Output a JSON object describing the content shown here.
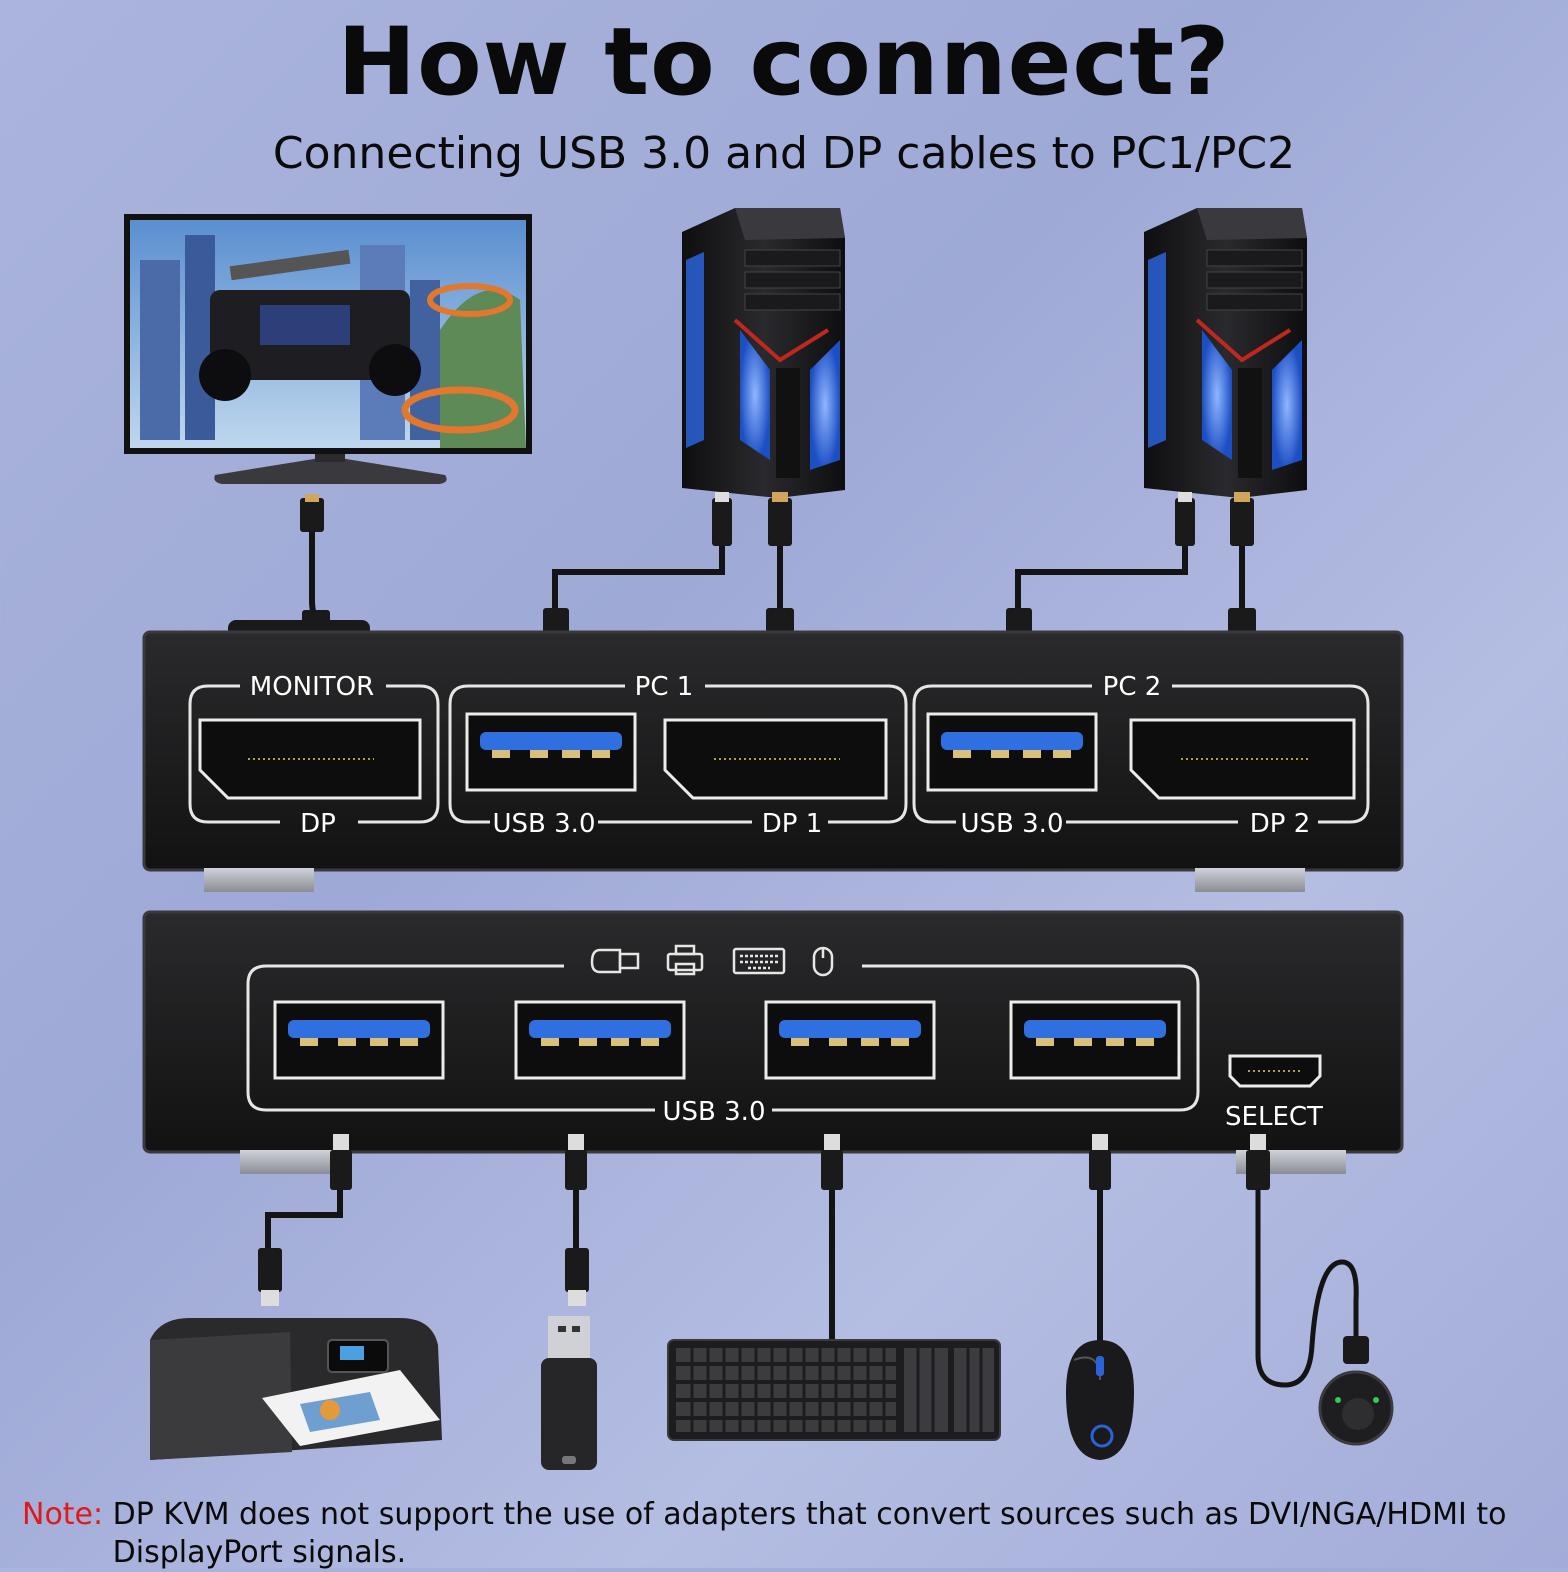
{
  "header": {
    "title": "How to connect?",
    "subtitle": "Connecting USB 3.0 and DP cables to PC1/PC2"
  },
  "kvm_back_panel": {
    "monitor_group": {
      "label": "MONITOR",
      "port_label": "DP"
    },
    "pc1_group": {
      "label": "PC 1",
      "usb_label": "USB 3.0",
      "dp_label": "DP 1"
    },
    "pc2_group": {
      "label": "PC 2",
      "usb_label": "USB 3.0",
      "dp_label": "DP 2"
    }
  },
  "kvm_front_panel": {
    "usb_group_label": "USB 3.0",
    "select_label": "SELECT",
    "peripheral_icons": [
      "usb-drive-icon",
      "printer-icon",
      "keyboard-icon",
      "mouse-icon"
    ]
  },
  "note": {
    "label": "Note:",
    "text": "DP KVM does not support the use of adapters that convert sources such as DVI/NGA/HDMI to DisplayPort signals."
  },
  "colors": {
    "background": "#a6b0da",
    "device_body": "#1c1c1e",
    "usb_blue": "#2f6fe0",
    "note_red": "#e01919",
    "pc_glow": "#2a63d8"
  }
}
